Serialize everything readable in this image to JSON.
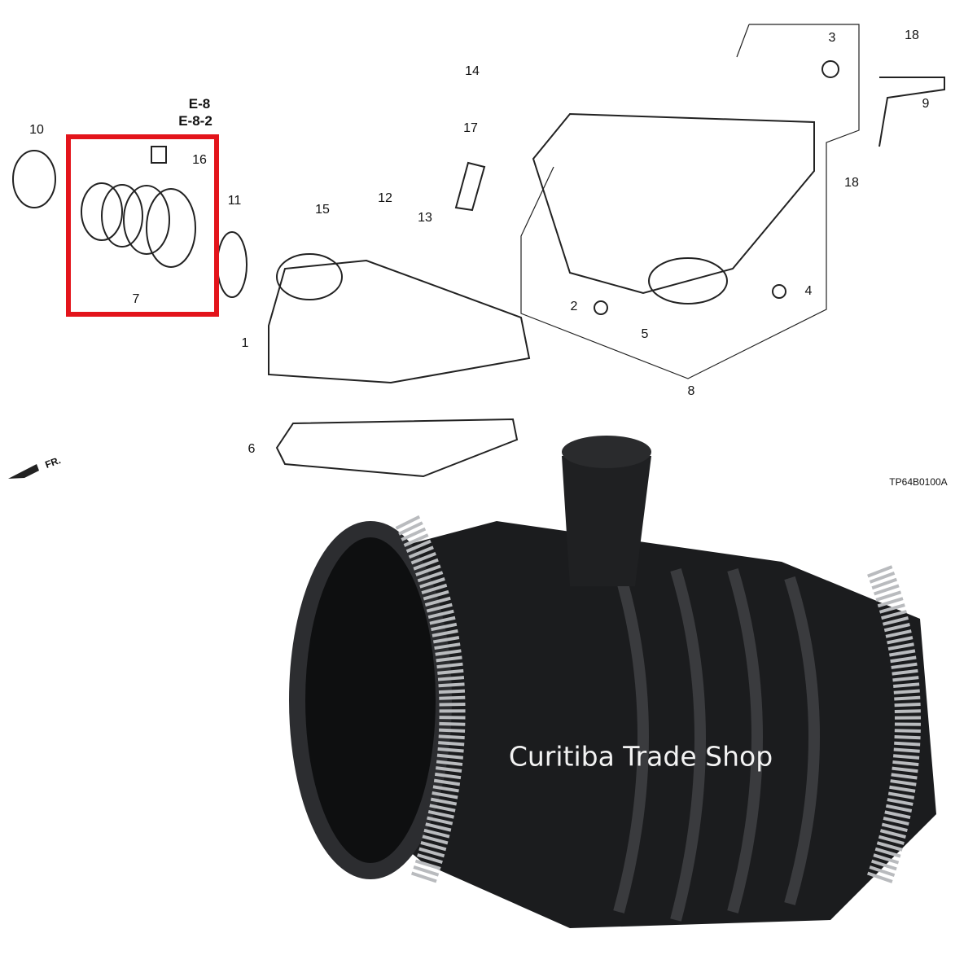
{
  "diagram": {
    "callouts": [
      "10",
      "16",
      "11",
      "7",
      "14",
      "17",
      "12",
      "13",
      "15",
      "1",
      "6",
      "3",
      "18",
      "9",
      "18",
      "2",
      "5",
      "4",
      "8"
    ],
    "reference": [
      "E-8",
      "E-8-2"
    ],
    "direction_label": "FR.",
    "diagram_code": "TP64B0100A",
    "highlight_color": "#e3141b"
  },
  "photo": {
    "watermark": "Curitiba Trade Shop"
  }
}
